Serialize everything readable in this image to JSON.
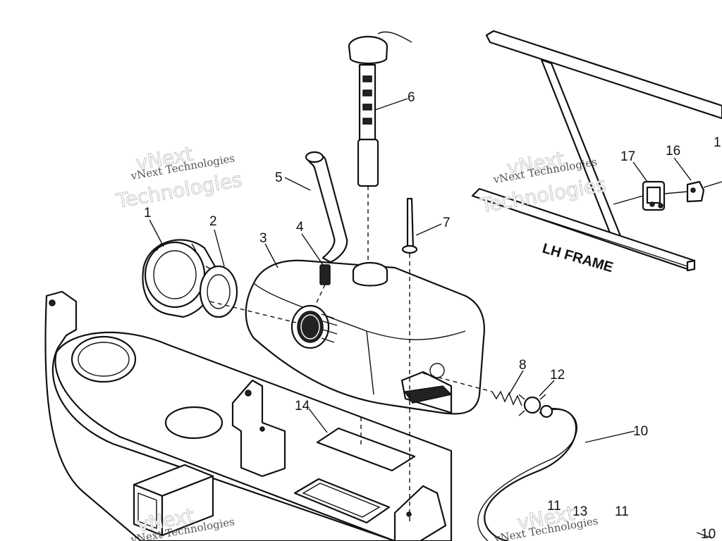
{
  "frame_label": "LH FRAME",
  "watermark": {
    "line1": "vNext Technologies",
    "line2": "vNext",
    "line3": "Technologies"
  },
  "callouts": [
    "1",
    "2",
    "3",
    "4",
    "5",
    "6",
    "7",
    "8",
    "12",
    "10",
    "11",
    "13",
    "11",
    "14",
    "16",
    "17",
    "10",
    "1"
  ]
}
